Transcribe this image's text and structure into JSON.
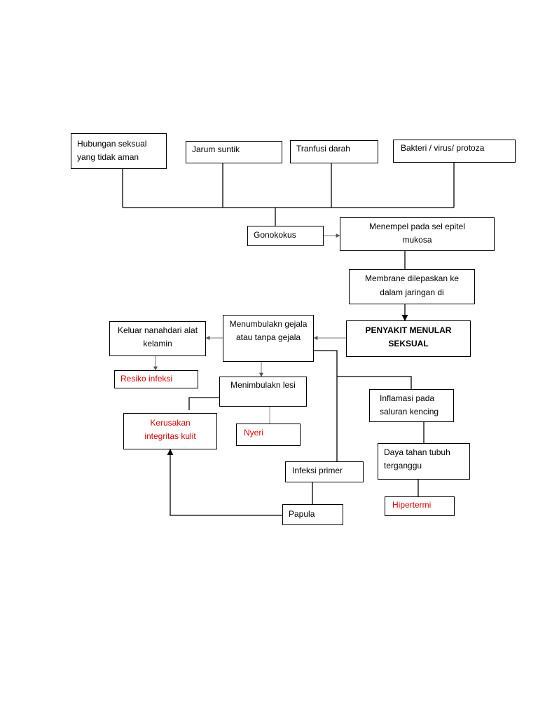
{
  "diagram": {
    "nodes": {
      "hubungan": "Hubungan   seksual yang tidak aman",
      "jarum": "Jarum suntik",
      "tranfusi": "Tranfusi darah",
      "bakteri": "Bakteri / virus/ protoza",
      "gonokokus": "Gonokokus",
      "menempel": "Menempel pada sel epitel mukosa",
      "membrane": "Membrane dilepaskan ke dalam jaringan di",
      "pms": "PENYAKIT   MENULAR SEKSUAL",
      "menumbulakn": "Menumbulakn gejala atau tanpa gejala",
      "keluar": "Keluar nanahdari alat kelamin",
      "resiko": "Resiko infeksi",
      "menimbulakn_lesi": "Menimbulakn lesi",
      "kerusakan": "Kerusakan integritas kulit",
      "nyeri": "Nyeri",
      "inflamasi": "Inflamasi pada saluran kencing",
      "daya": "Daya tahan tubuh terganggu",
      "hipertermi": "Hipertermi",
      "infeksi_primer": "Infeksi primer",
      "papula": "Papula"
    },
    "colors": {
      "line": "#000000",
      "diagnosis_text": "#e00000"
    }
  }
}
